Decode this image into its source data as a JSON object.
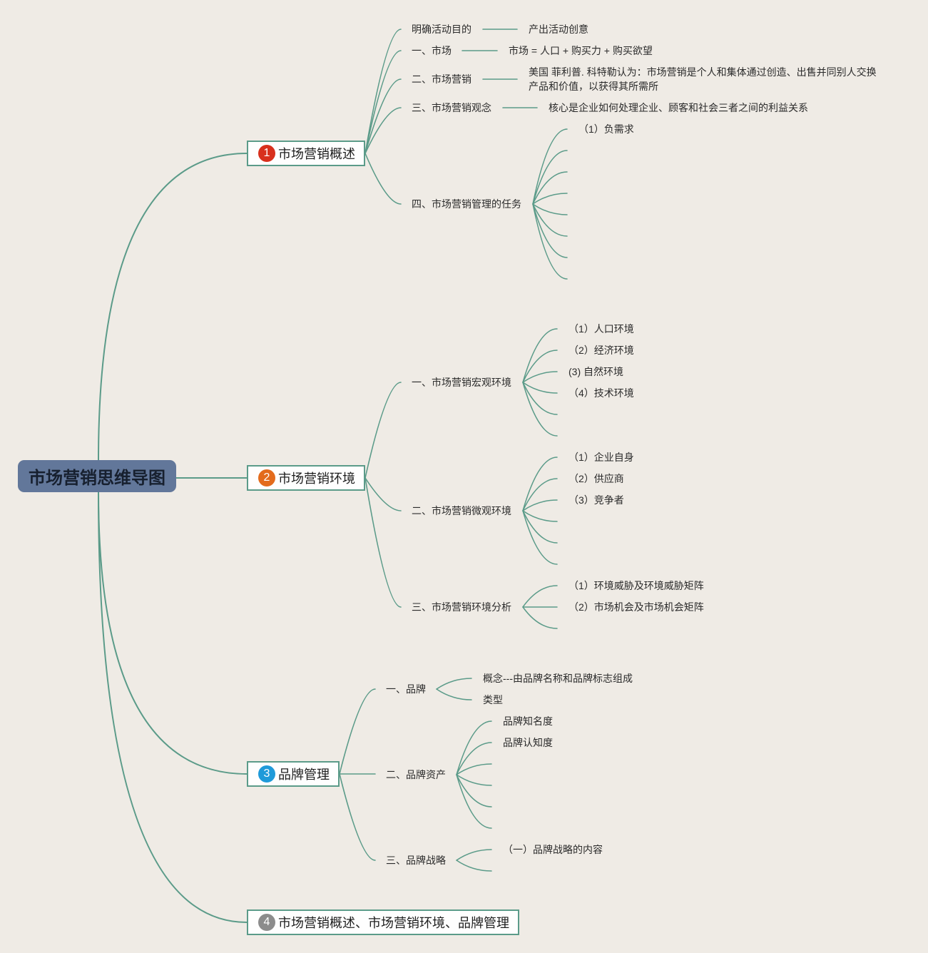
{
  "title": "市场营销思维导图",
  "colors": {
    "background": "#efebe5",
    "line": "#5b9b89",
    "root_fill": "#62779a",
    "root_text": "#17202f",
    "box_border": "#5b9b89",
    "box_fill": "#fefefe"
  },
  "branches": [
    {
      "number": "1",
      "badge_color": "#d8301d",
      "label": "市场营销概述",
      "topics": [
        {
          "label": "明确活动目的",
          "detail": "产出活动创意"
        },
        {
          "label": "一、市场",
          "detail": "市场 = 人口 + 购买力 + 购买欲望"
        },
        {
          "label": "二、市场营销",
          "detail_lines": [
            "美国 菲利普. 科特勒认为：市场营销是个人和集体通过创造、出售并同别人交换",
            "产品和价值，以获得其所需所"
          ]
        },
        {
          "label": "三、市场营销观念",
          "detail": "核心是企业如何处理企业、顾客和社会三者之间的利益关系"
        },
        {
          "label": "四、市场营销管理的任务",
          "children": [
            "（1）负需求"
          ]
        }
      ]
    },
    {
      "number": "2",
      "badge_color": "#e36b1c",
      "label": "市场营销环境",
      "topics": [
        {
          "label": "一、市场营销宏观环境",
          "children": [
            "（1）人口环境",
            "（2）经济环境",
            "(3) 自然环境",
            "（4）技术环境"
          ]
        },
        {
          "label": "二、市场营销微观环境",
          "children": [
            "（1）企业自身",
            "（2）供应商",
            "（3）竞争者"
          ]
        },
        {
          "label": "三、市场营销环境分析",
          "children": [
            "（1）环境威胁及环境威胁矩阵",
            "（2）市场机会及市场机会矩阵"
          ]
        }
      ]
    },
    {
      "number": "3",
      "badge_color": "#1f9ad9",
      "label": "品牌管理",
      "topics": [
        {
          "label": "一、品牌",
          "children": [
            "概念---由品牌名称和品牌标志组成",
            "类型"
          ]
        },
        {
          "label": "二、品牌资产",
          "children": [
            "品牌知名度",
            "品牌认知度"
          ]
        },
        {
          "label": "三、品牌战略",
          "children": [
            "（一）品牌战略的内容"
          ]
        }
      ]
    },
    {
      "number": "4",
      "badge_color": "#8c8c8c",
      "label": "市场营销概述、市场营销环境、品牌管理"
    }
  ]
}
